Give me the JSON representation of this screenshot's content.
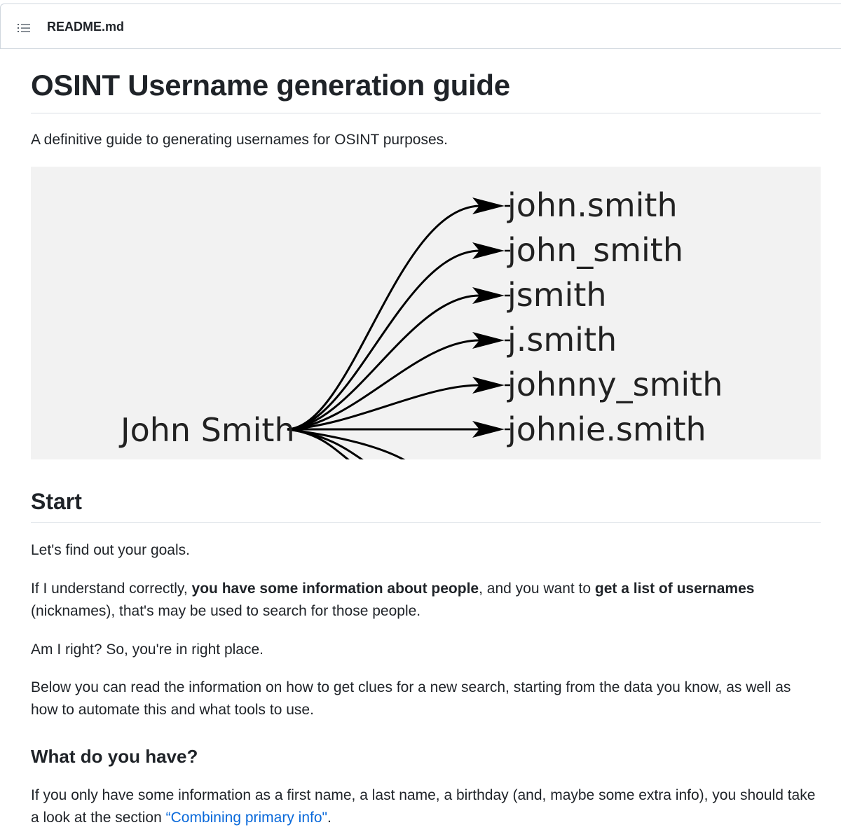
{
  "file_header": {
    "toc_icon": "list-unordered-icon",
    "filename": "README.md"
  },
  "readme": {
    "title": "OSINT Username generation guide",
    "intro": "A definitive guide to generating usernames for OSINT purposes.",
    "banner": {
      "source": "John Smith",
      "targets": [
        "john.smith",
        "john_smith",
        "jsmith",
        "j.smith",
        "johnny_smith",
        "johnie.smith"
      ]
    },
    "start": {
      "heading": "Start",
      "p1": "Let's find out your goals.",
      "p2_a": "If I understand correctly, ",
      "p2_b": "you have some information about people",
      "p2_c": ", and you want to ",
      "p2_d": "get a list of usernames",
      "p2_e": " (nicknames), that's may be used to search for those people.",
      "p3": "Am I right? So, you're in right place.",
      "p4": "Below you can read the information on how to get clues for a new search, starting from the data you know, as well as how to automate this and what tools to use."
    },
    "what_have": {
      "heading": "What do you have?",
      "p1_a": "If you only have some information as a first name, a last name, a birthday (and, maybe some extra info), you should take a look at the section ",
      "p1_link": "“Combining primary info\"",
      "p1_b": "."
    }
  }
}
